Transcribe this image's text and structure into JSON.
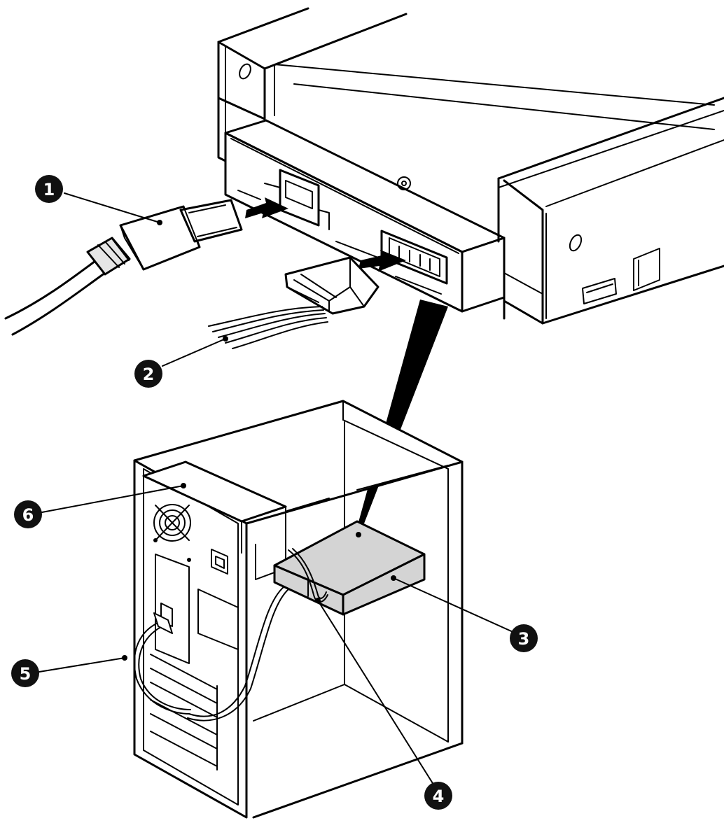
{
  "colors": {
    "ink": "#000000",
    "paper": "#ffffff",
    "drive_gray": "#d4d4d4",
    "callout_fill": "#111111"
  },
  "callouts": [
    {
      "id": "1",
      "label": "1"
    },
    {
      "id": "2",
      "label": "2"
    },
    {
      "id": "3",
      "label": "3"
    },
    {
      "id": "4",
      "label": "4"
    },
    {
      "id": "5",
      "label": "5"
    },
    {
      "id": "6",
      "label": "6"
    }
  ]
}
